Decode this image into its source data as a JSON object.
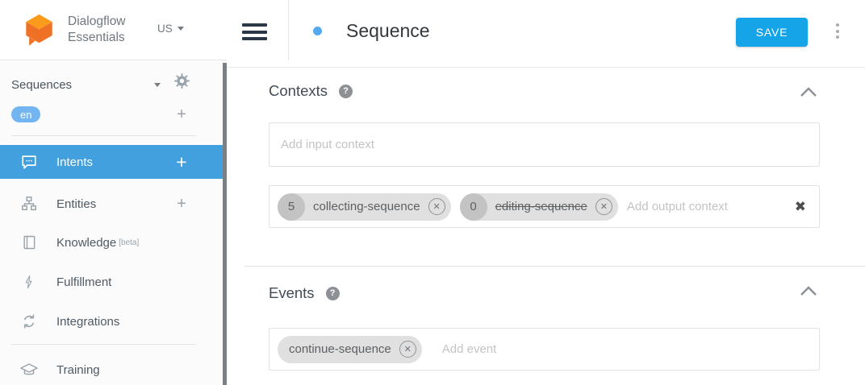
{
  "brand": {
    "line1": "Dialogflow",
    "line2": "Essentials",
    "region": "US"
  },
  "sidebar": {
    "agent": {
      "name": "Sequences"
    },
    "language": {
      "code": "en",
      "add": "+"
    },
    "items": [
      {
        "label": "Intents",
        "action": "+"
      },
      {
        "label": "Entities",
        "action": "+"
      },
      {
        "label": "Knowledge",
        "beta": "[beta]"
      },
      {
        "label": "Fulfillment"
      },
      {
        "label": "Integrations"
      },
      {
        "label": "Training"
      }
    ]
  },
  "header": {
    "title": "Sequence",
    "save": "SAVE"
  },
  "sections": {
    "contexts": {
      "title": "Contexts",
      "help": "?",
      "input_placeholder": "Add input context",
      "output_placeholder": "Add output context",
      "output_chips": [
        {
          "lifespan": "5",
          "label": "collecting-sequence",
          "strikethrough": false
        },
        {
          "lifespan": "0",
          "label": "editing-sequence",
          "strikethrough": true
        }
      ]
    },
    "events": {
      "title": "Events",
      "help": "?",
      "placeholder": "Add event",
      "chips": [
        {
          "label": "continue-sequence"
        }
      ]
    }
  },
  "glyphs": {
    "chip_remove": "✕",
    "clear_all": "✖"
  },
  "colors": {
    "accent_blue": "#15a4e8",
    "selected_blue": "#42a0df",
    "badge_blue": "#72b5f0",
    "dot_blue": "#55a9ef",
    "logo_top": "#fa9b1c",
    "logo_body": "#ee7125"
  }
}
